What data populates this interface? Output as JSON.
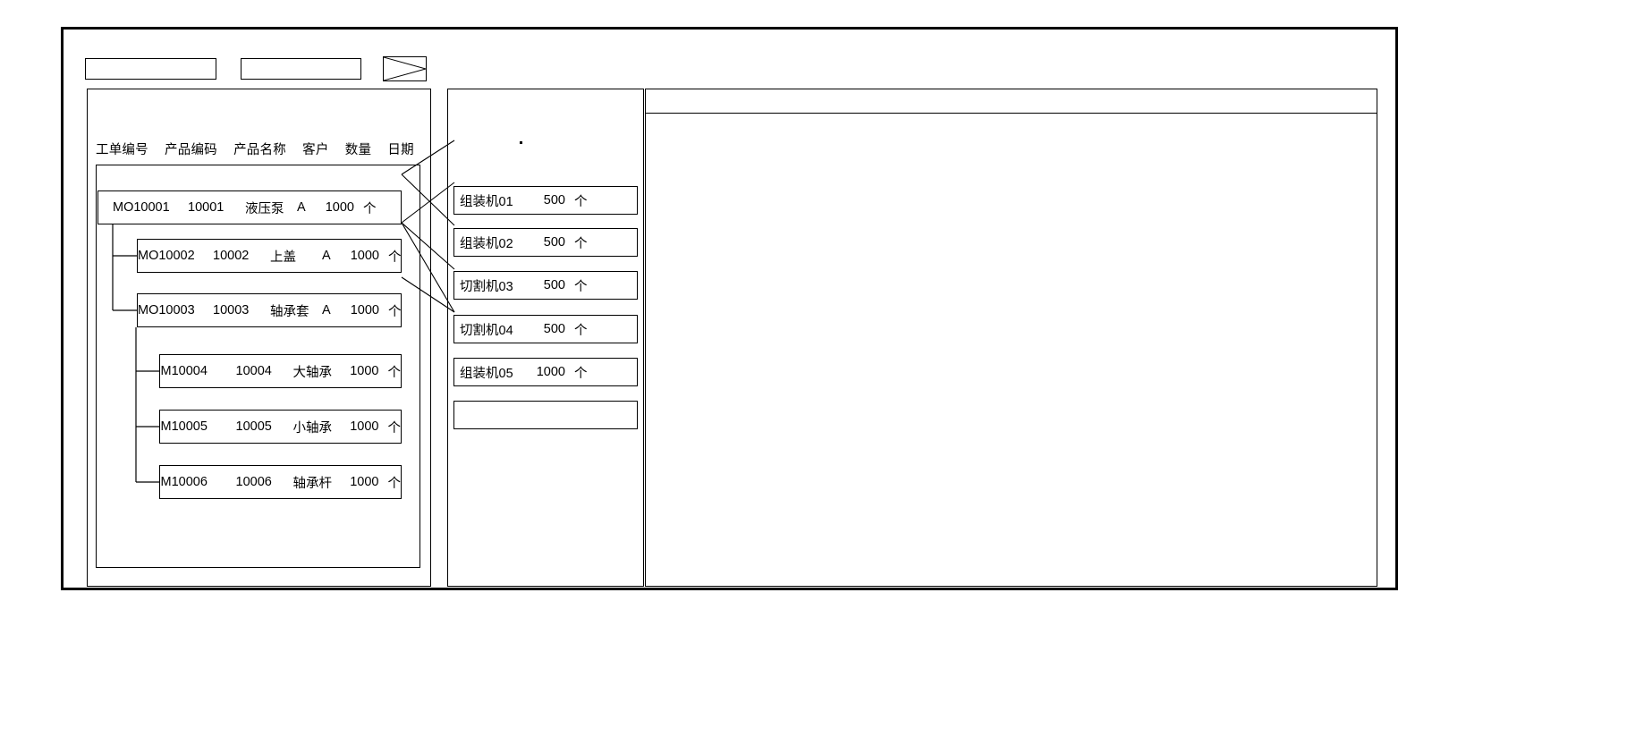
{
  "window": {
    "title": ""
  },
  "toolbar": {
    "field_1_value": "",
    "field_1_placeholder": "",
    "field_2_value": "",
    "field_2_placeholder": "",
    "image_placeholder_label": ""
  },
  "order_panel": {
    "columns": [
      "工单编号",
      "产品编码",
      "产品名称",
      "客户",
      "数量",
      "日期"
    ],
    "rows": [
      {
        "level": 0,
        "order_no": "MO10001",
        "product_code": "10001",
        "product_name": "液压泵",
        "customer": "A",
        "quantity": "1000",
        "unit": "个",
        "date": ""
      },
      {
        "level": 1,
        "order_no": "MO10002",
        "product_code": "10002",
        "product_name": "上盖",
        "customer": "A",
        "quantity": "1000",
        "unit": "个",
        "date": ""
      },
      {
        "level": 1,
        "order_no": "MO10003",
        "product_code": "10003",
        "product_name": "轴承套",
        "customer": "A",
        "quantity": "1000",
        "unit": "个",
        "date": ""
      },
      {
        "level": 2,
        "order_no": "M10004",
        "product_code": "10004",
        "product_name": "大轴承",
        "customer": "",
        "quantity": "1000",
        "unit": "个",
        "date": ""
      },
      {
        "level": 2,
        "order_no": "M10005",
        "product_code": "10005",
        "product_name": "小轴承",
        "customer": "",
        "quantity": "1000",
        "unit": "个",
        "date": ""
      },
      {
        "level": 2,
        "order_no": "M10006",
        "product_code": "10006",
        "product_name": "轴承杆",
        "customer": "",
        "quantity": "1000",
        "unit": "个",
        "date": ""
      }
    ]
  },
  "machine_panel": {
    "cards": [
      {
        "machine": "组装机01",
        "quantity": "500",
        "unit": "个"
      },
      {
        "machine": "组装机02",
        "quantity": "500",
        "unit": "个"
      },
      {
        "machine": "切割机03",
        "quantity": "500",
        "unit": "个"
      },
      {
        "machine": "切割机04",
        "quantity": "500",
        "unit": "个"
      },
      {
        "machine": "组装机05",
        "quantity": "1000",
        "unit": "个"
      },
      {
        "machine": "",
        "quantity": "",
        "unit": ""
      }
    ]
  },
  "detail_panel": {
    "header_text": "",
    "body_text": ""
  },
  "colors": {
    "frame_border": "#000000",
    "panel_border": "#000000",
    "background": "#ffffff",
    "text": "#000000"
  }
}
